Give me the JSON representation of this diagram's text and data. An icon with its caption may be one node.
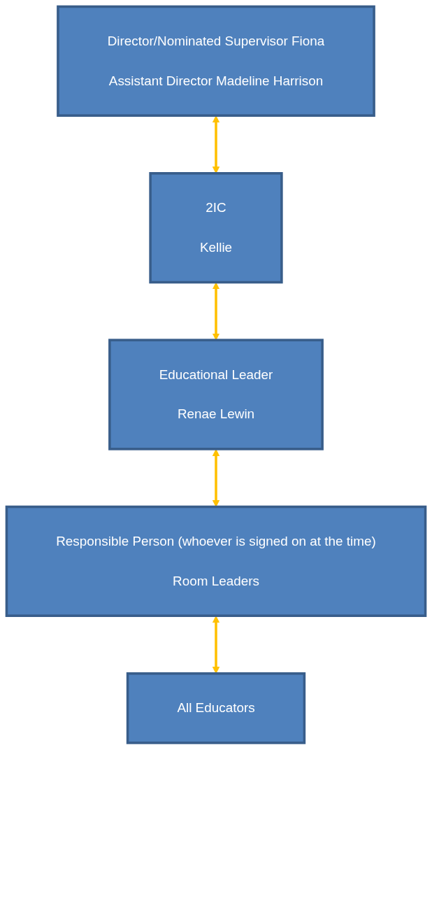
{
  "diagram": {
    "nodes": [
      {
        "text": [
          "Director/Nominated Supervisor Fiona",
          "Assistant Director Madeline Harrison"
        ]
      },
      {
        "text": [
          "2IC",
          "Kellie"
        ]
      },
      {
        "text": [
          "Educational Leader",
          "Renae Lewin"
        ]
      },
      {
        "text": [
          "Responsible Person (whoever is signed on at the time)",
          "Room Leaders"
        ]
      },
      {
        "text": [
          "All Educators"
        ]
      }
    ],
    "edges": [
      {
        "from": 0,
        "to": 1,
        "arrow": "both",
        "color": "#ffc000"
      },
      {
        "from": 1,
        "to": 2,
        "arrow": "both",
        "color": "#ffc000"
      },
      {
        "from": 2,
        "to": 3,
        "arrow": "both",
        "color": "#ffc000"
      },
      {
        "from": 3,
        "to": 4,
        "arrow": "both",
        "color": "#ffc000"
      }
    ]
  }
}
